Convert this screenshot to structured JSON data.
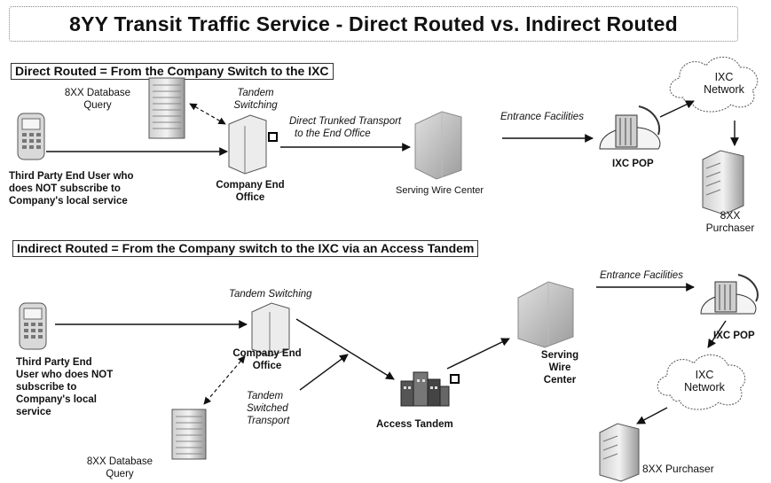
{
  "title": "8YY Transit Traffic Service -  Direct Routed vs. Indirect Routed",
  "direct": {
    "heading": "Direct Routed = From the Company Switch to the IXC",
    "db_query": [
      "8XX Database",
      "Query"
    ],
    "tandem_switching": [
      "Tandem",
      "Switching"
    ],
    "end_user": [
      "Third Party End User who",
      "does NOT subscribe to",
      "Company's local service"
    ],
    "company_end_office": [
      "Company End",
      "Office"
    ],
    "transport": [
      "Direct Trunked Transport",
      "to the End Office"
    ],
    "serving_wire_center": "Serving Wire Center",
    "entrance_facilities": "Entrance Facilities",
    "ixc_pop": "IXC POP",
    "ixc_network": [
      "IXC",
      "Network"
    ],
    "purchaser": [
      "8XX",
      "Purchaser"
    ]
  },
  "indirect": {
    "heading": "Indirect Routed  = From the Company switch to the IXC via an Access Tandem",
    "tandem_switching": "Tandem Switching",
    "end_user": [
      "Third Party End",
      "User who does NOT",
      "subscribe to",
      "Company's local",
      "service"
    ],
    "company_end_office": [
      "Company End",
      "Office"
    ],
    "tandem_switched_transport": [
      "Tandem",
      "Switched",
      "Transport"
    ],
    "access_tandem": "Access Tandem",
    "serving_wire_center": [
      "Serving",
      "Wire",
      "Center"
    ],
    "entrance_facilities": "Entrance Facilities",
    "ixc_pop": "IXC POP",
    "ixc_network": [
      "IXC",
      "Network"
    ],
    "db_query": [
      "8XX Database",
      "Query"
    ],
    "purchaser": "8XX Purchaser"
  }
}
